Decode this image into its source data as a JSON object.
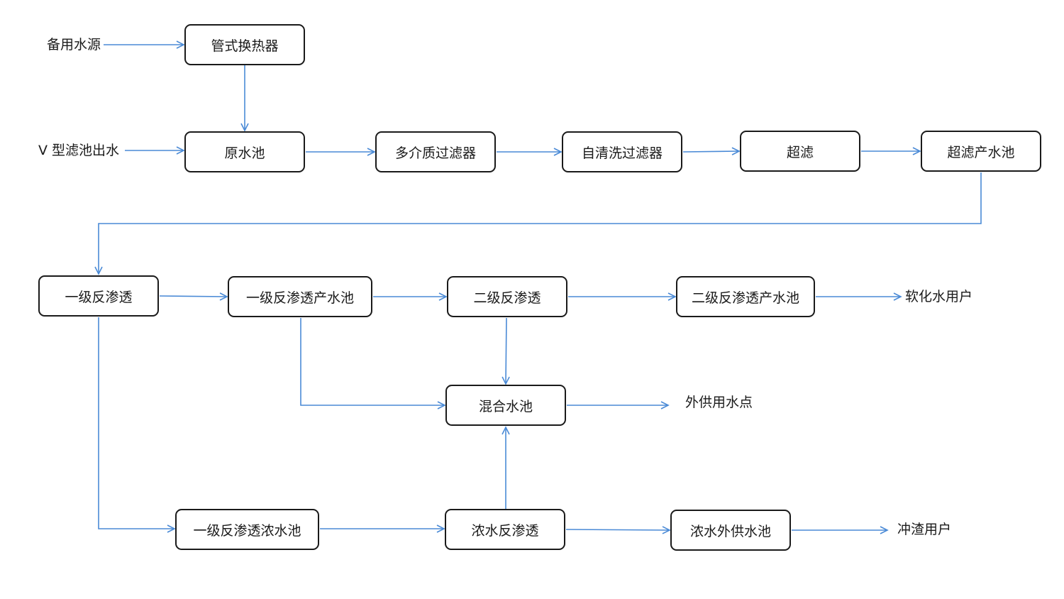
{
  "nodes": {
    "heat_exchanger": "管式换热器",
    "raw_water_tank": "原水池",
    "multimedia_filter": "多介质过滤器",
    "self_cleaning_filter": "自清洗过滤器",
    "ultrafiltration": "超滤",
    "uf_product_tank": "超滤产水池",
    "ro1": "一级反渗透",
    "ro1_product_tank": "一级反渗透产水池",
    "ro2": "二级反渗透",
    "ro2_product_tank": "二级反渗透产水池",
    "mixing_tank": "混合水池",
    "ro1_concentrate_tank": "一级反渗透浓水池",
    "concentrate_ro": "浓水反渗透",
    "concentrate_supply_tank": "浓水外供水池"
  },
  "labels": {
    "backup_water": "备用水源",
    "v_filter_effluent": "V 型滤池出水",
    "softened_water_users": "软化水用户",
    "external_water_points": "外供用水点",
    "slag_flushing_users": "冲渣用户"
  },
  "colors": {
    "arrow": "#4a8ad6",
    "box_border": "#1a1a1a",
    "text": "#1a1a1a"
  }
}
